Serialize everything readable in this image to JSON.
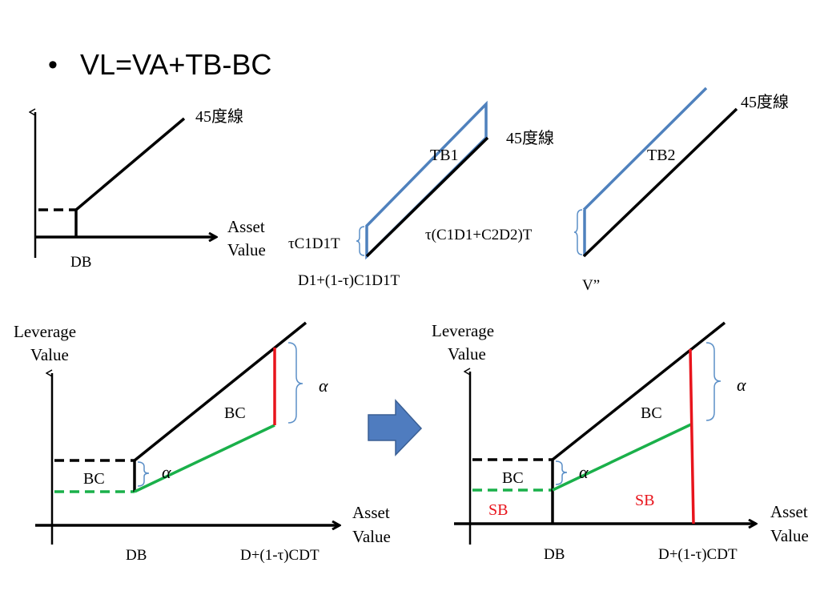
{
  "bullet": {
    "marker": "•",
    "text": "VL=VA+TB-BC"
  },
  "diagram1": {
    "line_label": "45度線",
    "x_axis_label_line1": "Asset",
    "x_axis_label_line2": "Value",
    "x_tick_label": "DB"
  },
  "diagram2": {
    "line_label": "45度線",
    "region_label": "TB1",
    "brace_label": "τC1D1T",
    "base_label": "D1+(1-τ)C1D1T"
  },
  "diagram3": {
    "line_label": "45度線",
    "region_label": "TB2",
    "brace_label": "τ(C1D1+C2D2)T",
    "base_label": "V”"
  },
  "diagram4": {
    "y_axis_label_line1": "Leverage",
    "y_axis_label_line2": "Value",
    "x_axis_label_line1": "Asset",
    "x_axis_label_line2": "Value",
    "bc_upper_label": "BC",
    "bc_lower_label": "BC",
    "alpha_upper": "α",
    "alpha_lower": "α",
    "x_tick_db": "DB",
    "x_tick_right": "D+(1-τ)CDT"
  },
  "diagram5": {
    "y_axis_label_line1": "Leverage",
    "y_axis_label_line2": "Value",
    "x_axis_label_line1": "Asset",
    "x_axis_label_line2": "Value",
    "bc_upper_label": "BC",
    "bc_lower_label": "BC",
    "sb_left_label": "SB",
    "sb_right_label": "SB",
    "alpha_upper": "α",
    "alpha_lower": "α",
    "x_tick_db": "DB",
    "x_tick_right": "D+(1-τ)CDT"
  },
  "colors": {
    "line": "#000000",
    "blue": "#4f81bd",
    "brace": "#5b8fc7",
    "green": "#1ab04a",
    "red": "#e8141c",
    "arrow_fill": "#4f7cbf",
    "arrow_stroke": "#3a5f94",
    "sb_text": "#e8141c"
  }
}
